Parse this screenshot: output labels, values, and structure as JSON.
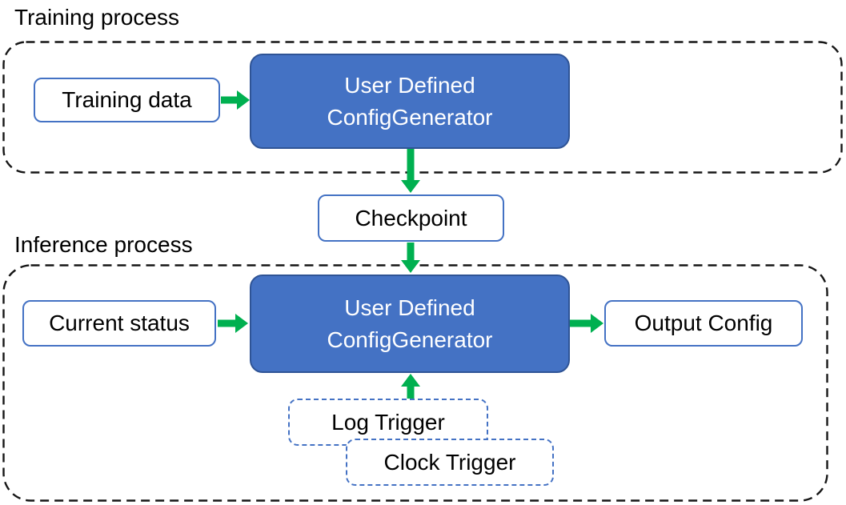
{
  "colors": {
    "background": "#FFFFFF",
    "arrow_green": "#00B050",
    "blue_fill": "#4472C4",
    "blue_border": "#2F5496",
    "outline_blue": "#4472C4",
    "dash_black": "#161616",
    "text_dark": "#000000",
    "text_white": "#FFFFFF"
  },
  "training": {
    "label": "Training process",
    "training_data": "Training data",
    "generator": {
      "line1": "User Defined",
      "line2": "ConfigGenerator"
    }
  },
  "checkpoint": {
    "label": "Checkpoint"
  },
  "inference": {
    "label": "Inference process",
    "current_status": "Current status",
    "generator": {
      "line1": "User Defined",
      "line2": "ConfigGenerator"
    },
    "output_config": "Output Config",
    "log_trigger": "Log Trigger",
    "clock_trigger": "Clock Trigger"
  }
}
